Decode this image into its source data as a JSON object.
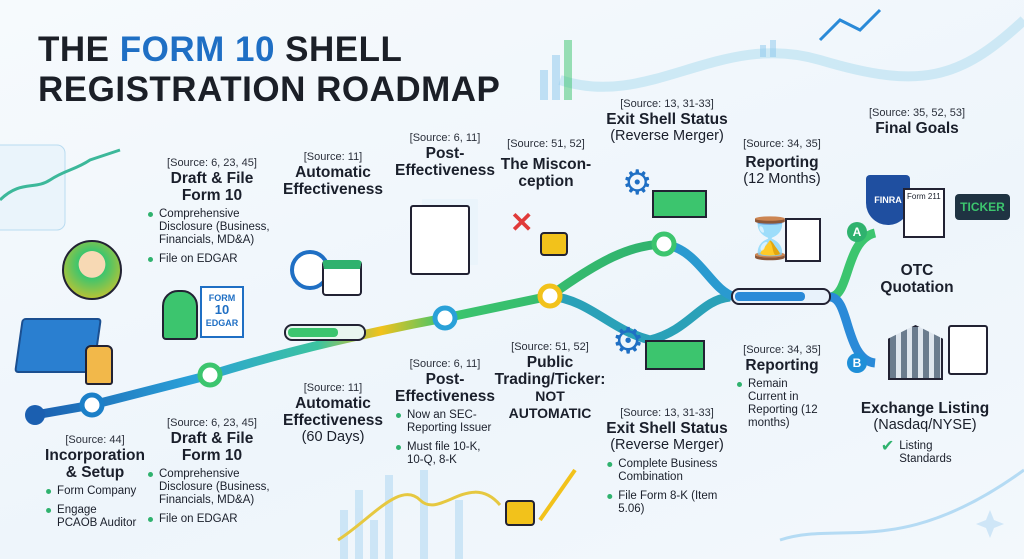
{
  "title": {
    "part1": "THE ",
    "highlight": "FORM 10",
    "part2": " SHELL",
    "line2": "REGISTRATION ROADMAP"
  },
  "colors": {
    "accent": "#1f6fc4",
    "green": "#2fb26e",
    "yellow": "#f2c21b",
    "text": "#1b1f27"
  },
  "top": {
    "draft": {
      "source": "[Source: 6, 23, 45]",
      "title1": "Draft & File",
      "title2": "Form 10",
      "bullets": [
        "Comprehensive Disclosure (Business, Financials, MD&A)",
        "File on EDGAR"
      ]
    },
    "auto": {
      "source": "[Source: 11]",
      "title1": "Automatic",
      "title2": "Effectiveness"
    },
    "post": {
      "source": "[Source: 6, 11]",
      "title1": "Post-",
      "title2": "Effectiveness"
    },
    "misc": {
      "source": "[Source: 51, 52]",
      "title1": "The Miscon-",
      "title2": "ception"
    },
    "exit": {
      "source": "[Source: 13, 31-33]",
      "title1": "Exit Shell Status",
      "sub": "(Reverse Merger)"
    },
    "report": {
      "source": "[Source: 34, 35]",
      "title1": "Reporting",
      "sub": "(12 Months)"
    },
    "goals": {
      "source": "[Source: 35, 52, 53]",
      "title1": "Final Goals"
    },
    "otc": {
      "title1": "OTC",
      "title2": "Quotation",
      "badge": "A",
      "finra": "FINRA",
      "form": "Form 211",
      "ticker": "TICKER"
    }
  },
  "bottom": {
    "inc": {
      "source": "[Source: 44]",
      "title1": "Incorporation",
      "title2": "& Setup",
      "bullets": [
        "Form Company",
        "Engage PCAOB Auditor"
      ]
    },
    "draft": {
      "source": "[Source: 6, 23, 45]",
      "title1": "Draft & File",
      "title2": "Form 10",
      "bullets": [
        "Comprehensive Disclosure (Business, Financials, MD&A)",
        "File on EDGAR"
      ]
    },
    "auto": {
      "source": "[Source: 11]",
      "title1": "Automatic",
      "title2": "Effectiveness",
      "sub": "(60 Days)"
    },
    "post": {
      "source": "[Source: 6, 11]",
      "title1": "Post-",
      "title2": "Effectiveness",
      "bullets": [
        "Now an SEC-Reporting Issuer",
        "Must file 10-K, 10-Q, 8-K"
      ]
    },
    "public": {
      "source": "[Source: 51, 52]",
      "title1": "Public",
      "title2": "Trading/Ticker:",
      "title3": "NOT",
      "title4": "AUTOMATIC"
    },
    "exit": {
      "source": "[Source: 13, 31-33]",
      "title1": "Exit Shell Status",
      "sub": "(Reverse Merger)",
      "bullets": [
        "Complete Business Combination",
        "File Form 8-K (Item 5.06)"
      ]
    },
    "report": {
      "source": "[Source: 34, 35]",
      "title1": "Reporting",
      "bullets": [
        "Remain Current in Reporting (12 months)"
      ]
    },
    "exchange": {
      "title1": "Exchange Listing",
      "sub": "(Nasdaq/NYSE)",
      "check": "Listing Standards",
      "badge": "B"
    }
  },
  "icons": {
    "form_label1": "FORM",
    "form_label2": "10",
    "form_label3": "EDGAR"
  }
}
